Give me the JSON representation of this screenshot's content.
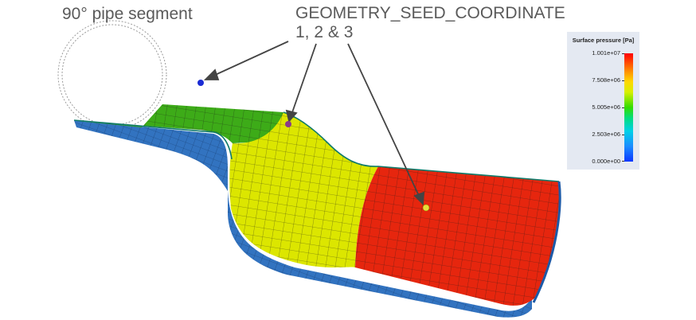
{
  "annotations": {
    "title": "90° pipe segment",
    "seed_label_line1": "GEOMETRY_SEED_COORDINATE",
    "seed_label_line2": "1, 2 & 3"
  },
  "legend": {
    "title": "Surface pressure [Pa]",
    "ticks": [
      "1.001e+07",
      "7.508e+06",
      "5.005e+06",
      "2.503e+06",
      "0.000e+00"
    ]
  },
  "colors": {
    "text": "#5a5a5a",
    "arrow": "#444444",
    "shell_outer": "#3273c0",
    "inner_low": "#3dab18",
    "inner_mid": "#dce600",
    "inner_high": "#e6260e",
    "seed_1": "#1a2bd4",
    "seed_2": "#8a3a8a",
    "seed_3": "#e8dd3a",
    "legend_bg": "#e4e9f2"
  },
  "markers": [
    {
      "id": "seed-1",
      "color_key": "seed_1"
    },
    {
      "id": "seed-2",
      "color_key": "seed_2"
    },
    {
      "id": "seed-3",
      "color_key": "seed_3"
    }
  ]
}
